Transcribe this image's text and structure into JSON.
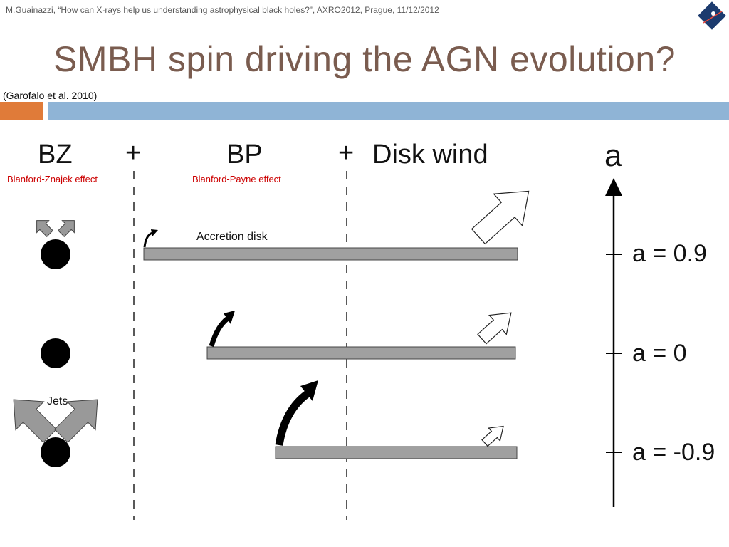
{
  "header": {
    "citation": "M.Guainazzi, “How can X-rays help us understanding astrophysical black holes?”, AXRO2012, Prague, 11/12/2012",
    "title": "SMBH spin driving the AGN evolution?",
    "reference": "(Garofalo et al. 2010)"
  },
  "diagram": {
    "columns": {
      "bz": "BZ",
      "plus1": "+",
      "bp": "BP",
      "plus2": "+",
      "disk_wind": "Disk wind"
    },
    "effects": {
      "bz_effect": "Blanford-Znajek effect",
      "bp_effect": "Blanford-Payne effect"
    },
    "labels": {
      "accretion_disk": "Accretion disk",
      "jets": "Jets"
    },
    "spin_axis": {
      "label": "a",
      "ticks": [
        "a = 0.9",
        "a = 0",
        "a = -0.9"
      ]
    }
  },
  "colors": {
    "title": "#7a5c4f",
    "effect_text": "#cc0000",
    "accent_orange": "#e07b39",
    "accent_blue": "#8fb4d6",
    "disk_fill": "#a0a0a0"
  }
}
